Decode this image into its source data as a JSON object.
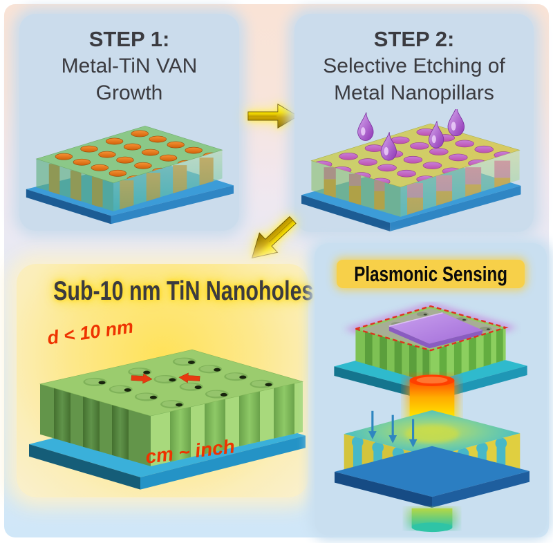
{
  "step1": {
    "heading": "STEP 1:",
    "line2": "Metal-TiN VAN",
    "line3": "Growth"
  },
  "step2": {
    "heading": "STEP 2:",
    "line2": "Selective Etching of",
    "line3": "Metal Nanopillars"
  },
  "nanoholes": {
    "title": "Sub-10 nm TiN Nanoholes",
    "diameter_label": "d < 10 nm",
    "scale_label": "cm ~ inch"
  },
  "sensing": {
    "title": "Plasmonic Sensing"
  },
  "colors": {
    "title_gray": "#3b3b40",
    "label_red": "#ee3300",
    "panel_blue": "#cbdcec",
    "sensing_panel_blue": "#c9dff0",
    "banner_yellow": "#f7d049",
    "glow_yellow": "#ffd90a",
    "arrow_gold": "#f5d800",
    "substrate_blue": "#3c9cd8",
    "tin_matrix_green": "#8bc888",
    "pillar_orange": "#e07818",
    "etched_magenta": "#cf4fb2",
    "droplet_purple": "#a85cd0",
    "nanohole_green": "#9bcc6e",
    "flake_purple": "#b287e4",
    "beam_orange": "#ff4800",
    "beam_teal": "#2fc4a6"
  }
}
